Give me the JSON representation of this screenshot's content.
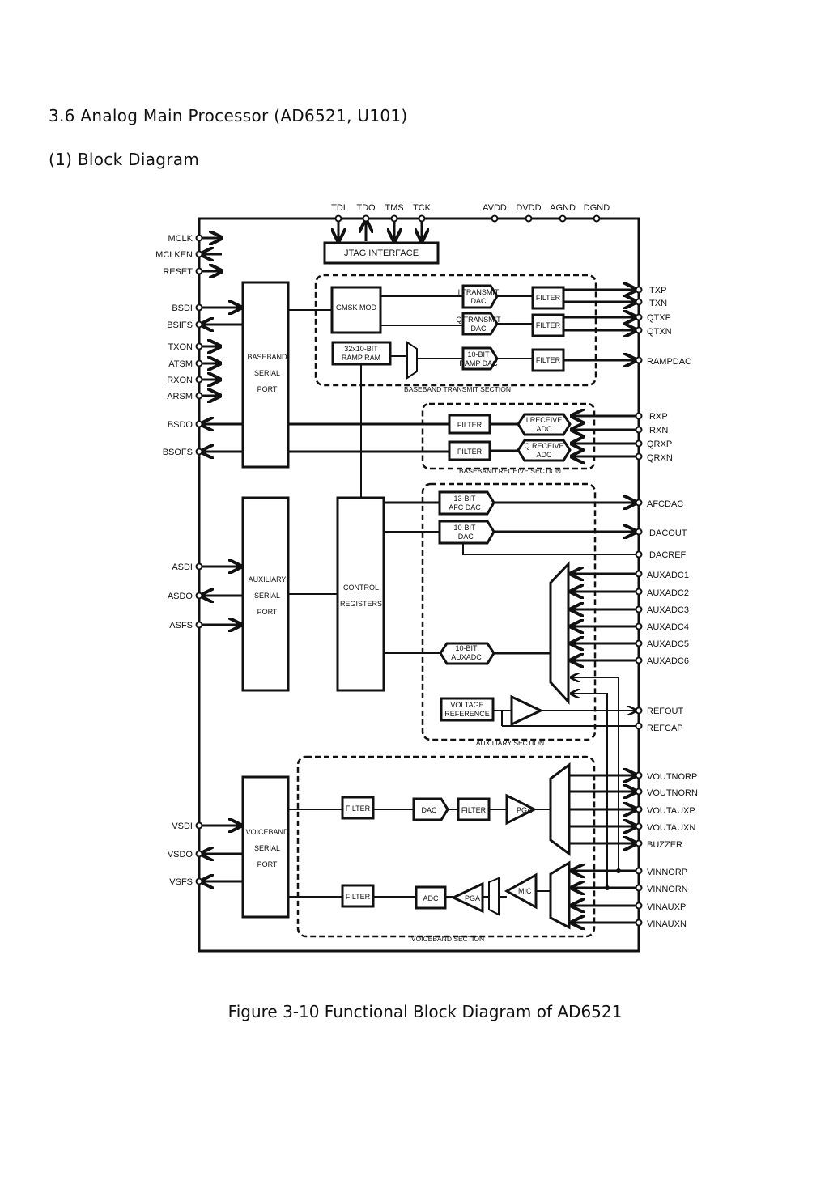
{
  "document": {
    "section_title": "3.6  Analog Main Processor (AD6521, U101)",
    "sub_title": "(1) Block Diagram",
    "caption": "Figure 3-10 Functional Block Diagram of AD6521"
  },
  "diagram": {
    "top_pins": {
      "tdi": "TDI",
      "tdo": "TDO",
      "tms": "TMS",
      "tck": "TCK",
      "avdd": "AVDD",
      "dvdd": "DVDD",
      "agnd": "AGND",
      "dgnd": "DGND"
    },
    "left_pins": {
      "mclk": "MCLK",
      "mclken": "MCLKEN",
      "reset": "RESET",
      "bsdi": "BSDI",
      "bsifs": "BSIFS",
      "txon": "TXON",
      "atsm": "ATSM",
      "rxon": "RXON",
      "arsm": "ARSM",
      "bsdo": "BSDO",
      "bsofs": "BSOFS",
      "asdi": "ASDI",
      "asdo": "ASDO",
      "asfs": "ASFS",
      "vsdi": "VSDI",
      "vsdo": "VSDO",
      "vsfs": "VSFS"
    },
    "right_pins": {
      "itxp": "ITXP",
      "itxn": "ITXN",
      "qtxp": "QTXP",
      "qtxn": "QTXN",
      "rampdac": "RAMPDAC",
      "irxp": "IRXP",
      "irxn": "IRXN",
      "qrxp": "QRXP",
      "qrxn": "QRXN",
      "afcdac": "AFCDAC",
      "idacout": "IDACOUT",
      "idacref": "IDACREF",
      "auxadc1": "AUXADC1",
      "auxadc2": "AUXADC2",
      "auxadc3": "AUXADC3",
      "auxadc4": "AUXADC4",
      "auxadc5": "AUXADC5",
      "auxadc6": "AUXADC6",
      "refout": "REFOUT",
      "refcap": "REFCAP",
      "voutnorp": "VOUTNORP",
      "voutnorn": "VOUTNORN",
      "voutauxp": "VOUTAUXP",
      "voutauxn": "VOUTAUXN",
      "buzzer": "BUZZER",
      "vinnorp": "VINNORP",
      "vinnorn": "VINNORN",
      "vinauxp": "VINAUXP",
      "vinauxn": "VINAUXN"
    },
    "blocks": {
      "jtag": "JTAG INTERFACE",
      "baseband_serial_port": [
        "BASEBAND",
        "SERIAL",
        "PORT"
      ],
      "auxiliary_serial_port": [
        "AUXILIARY",
        "SERIAL",
        "PORT"
      ],
      "voiceband_serial_port": [
        "VOICEBAND",
        "SERIAL",
        "PORT"
      ],
      "control_registers": [
        "CONTROL",
        "REGISTERS"
      ],
      "gmsk_mod": "GMSK MOD",
      "ramp_ram": [
        "32x10-BIT",
        "RAMP RAM"
      ],
      "i_transmit_dac": [
        "I TRANSMIT",
        "DAC"
      ],
      "q_transmit_dac": [
        "Q TRANSMIT",
        "DAC"
      ],
      "ramp_dac": [
        "10-BIT",
        "RAMP DAC"
      ],
      "filter": "FILTER",
      "i_receive_adc": [
        "I RECEIVE",
        "ADC"
      ],
      "q_receive_adc": [
        "Q RECEIVE",
        "ADC"
      ],
      "afc_dac": [
        "13-BIT",
        "AFC DAC"
      ],
      "idac": [
        "10-BIT",
        "IDAC"
      ],
      "auxadc": [
        "10-BIT",
        "AUXADC"
      ],
      "voltage_reference": [
        "VOLTAGE",
        "REFERENCE"
      ],
      "dac": "DAC",
      "adc": "ADC",
      "pga": "PGA",
      "mic": "MIC"
    },
    "sections": {
      "transmit": "BASEBAND TRANSMIT SECTION",
      "receive": "BASEBAND RECEIVE SECTION",
      "auxiliary": "AUXILIARY SECTION",
      "voiceband": "VOICEBAND SECTION"
    }
  }
}
